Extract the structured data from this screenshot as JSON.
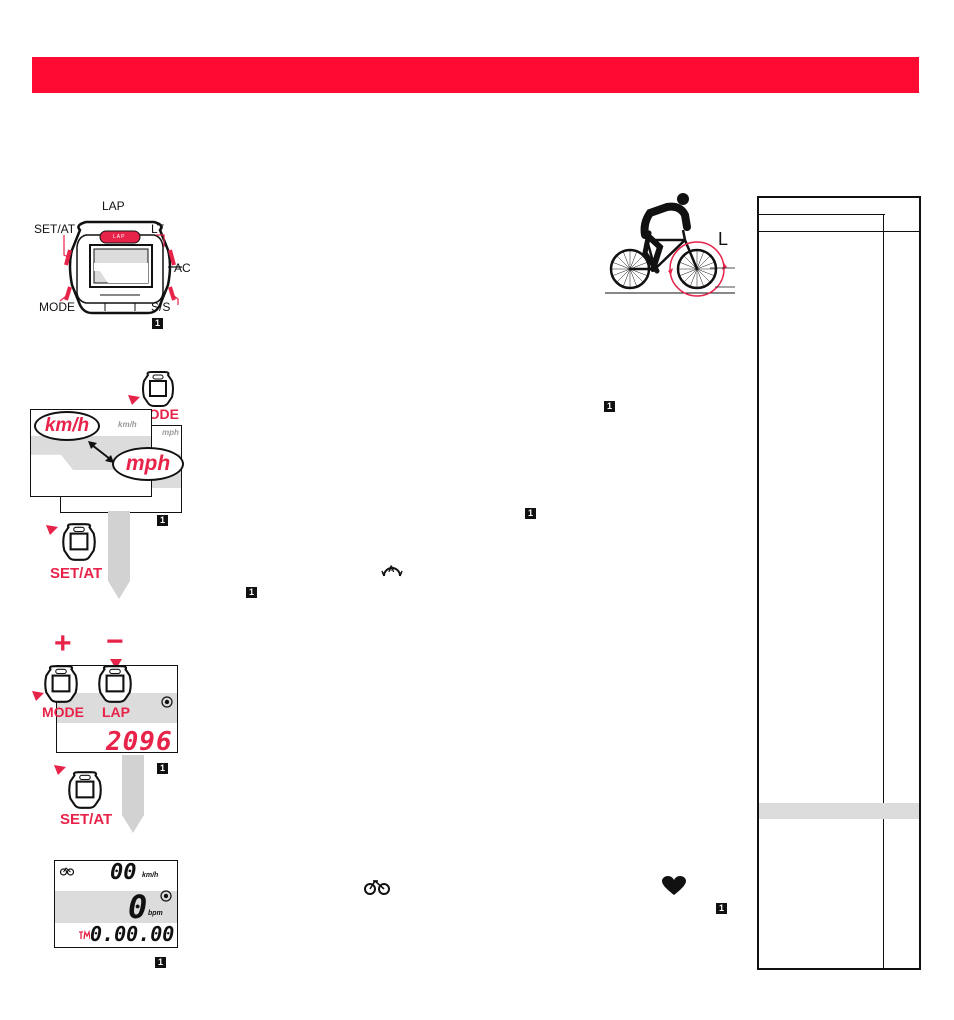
{
  "colors": {
    "header_red": "#ff0a32",
    "accent_pink": "#e8234a",
    "lcd_gray": "#dcdcdc",
    "arrow_gray": "#d2d2d2"
  },
  "figure1": {
    "labels": {
      "lap": "LAP",
      "set_at": "SET/AT",
      "lt": "LT",
      "ac": "AC",
      "mode": "MODE",
      "ss": "S/S",
      "lap_button_text": "LAP"
    },
    "marker": "1"
  },
  "bike_figure": {
    "label": "L"
  },
  "figure2": {
    "mode_label": "MODE",
    "kmh_big": "km/h",
    "kmh_small": "km/h",
    "mph_small": "mph",
    "mph_big": "mph",
    "set_at_label": "SET/AT",
    "marker": "1"
  },
  "figure3": {
    "plus": "+",
    "minus": "−",
    "mode_label": "MODE",
    "lap_label": "LAP",
    "value": "2096",
    "set_at_label": "SET/AT",
    "marker": "1"
  },
  "figure4": {
    "speed_value": "00",
    "speed_unit": "km/h",
    "hr_value": "0",
    "hr_unit": "bpm",
    "time_value": "0.00.00",
    "marker": "1"
  },
  "text_markers": {
    "m1": "1",
    "m2": "1",
    "m3": "1",
    "m4": "1",
    "auto_icon_letter": "A"
  }
}
